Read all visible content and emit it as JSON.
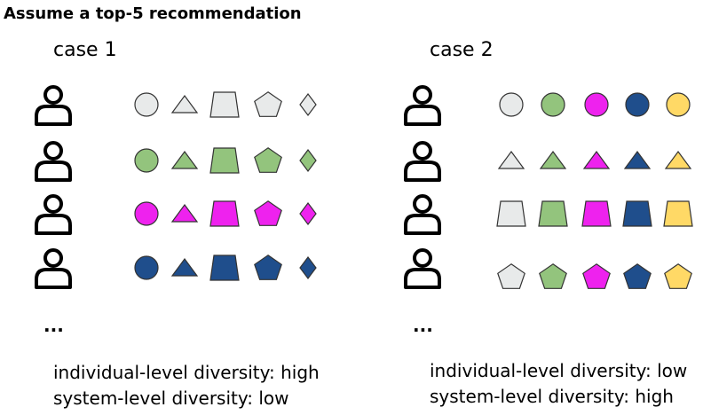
{
  "title": "Assume a top-5 recommendation",
  "colors": {
    "white": "#e8eaea",
    "green": "#93c47d",
    "magenta": "#ee22ee",
    "blue": "#1f4e8c",
    "yellow": "#ffd966",
    "stroke": "#333333"
  },
  "icons": {
    "user": "user-icon",
    "shapes": [
      "circle",
      "triangle",
      "trapezoid",
      "pentagon",
      "diamond"
    ]
  },
  "case1": {
    "label": "case 1",
    "ellipsis": "...",
    "individual": "individual-level diversity: high",
    "system": "system-level diversity: low",
    "rows": [
      {
        "color": "white",
        "shapes": [
          "circle",
          "triangle",
          "trapezoid",
          "pentagon",
          "diamond"
        ]
      },
      {
        "color": "green",
        "shapes": [
          "circle",
          "triangle",
          "trapezoid",
          "pentagon",
          "diamond"
        ]
      },
      {
        "color": "magenta",
        "shapes": [
          "circle",
          "triangle",
          "trapezoid",
          "pentagon",
          "diamond"
        ]
      },
      {
        "color": "blue",
        "shapes": [
          "circle",
          "triangle",
          "trapezoid",
          "pentagon",
          "diamond"
        ]
      }
    ]
  },
  "case2": {
    "label": "case 2",
    "ellipsis": "...",
    "individual": "individual-level diversity: low",
    "system": "system-level diversity: high",
    "rows": [
      {
        "shape": "circle",
        "colors": [
          "white",
          "green",
          "magenta",
          "blue",
          "yellow"
        ]
      },
      {
        "shape": "triangle",
        "colors": [
          "white",
          "green",
          "magenta",
          "blue",
          "yellow"
        ]
      },
      {
        "shape": "trapezoid",
        "colors": [
          "white",
          "green",
          "magenta",
          "blue",
          "yellow"
        ]
      },
      {
        "shape": "pentagon",
        "colors": [
          "white",
          "green",
          "magenta",
          "blue",
          "yellow"
        ]
      }
    ]
  }
}
